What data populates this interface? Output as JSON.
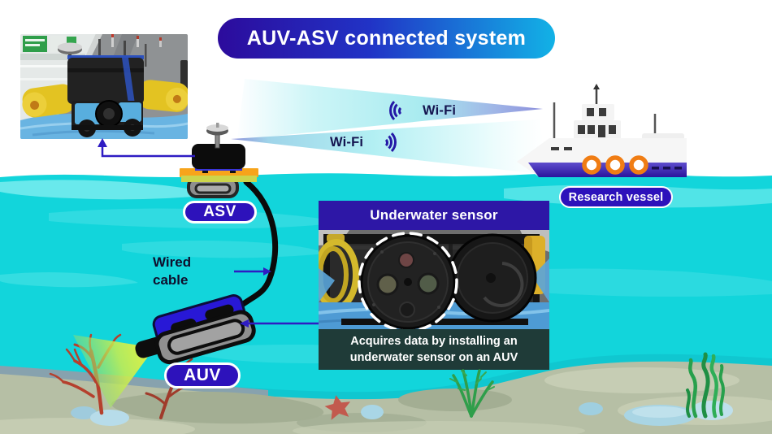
{
  "title": "AUV-ASV connected system",
  "wifi": {
    "upper_label": "Wi-Fi",
    "lower_label": "Wi-Fi"
  },
  "labels": {
    "asv": "ASV",
    "auv": "AUV",
    "research_vessel": "Research vessel",
    "wired_cable": "Wired cable"
  },
  "sensor_panel": {
    "header": "Underwater sensor",
    "caption_line1": "Acquires data by installing an",
    "caption_line2": "underwater sensor on an AUV"
  },
  "colors": {
    "title_gradient_start": "#2c0b9c",
    "title_gradient_end": "#12b2e6",
    "label_pill": "#2d12bb",
    "water": "#12d5db",
    "header_bar": "#2d17a6",
    "caption_bar": "#1f3b38",
    "wifi_text": "#14144f",
    "arrow_accent": "#2f1cc3",
    "beam_tip": "#8b8edc",
    "light_cone": "#eef23c"
  }
}
